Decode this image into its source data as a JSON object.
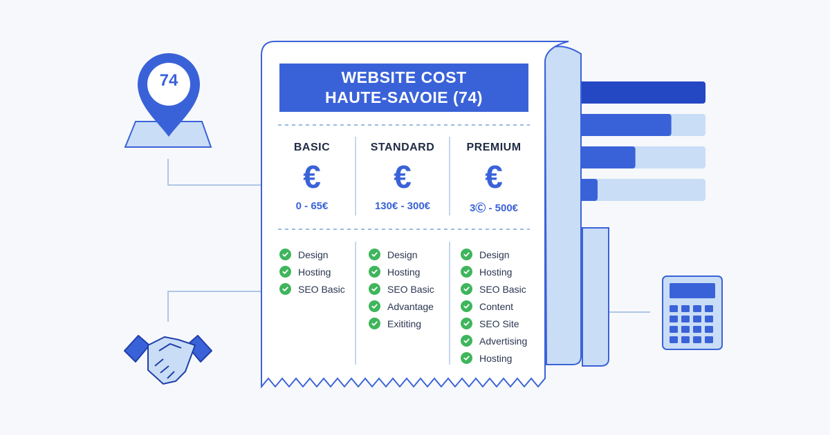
{
  "title": {
    "line1": "WEBSITE COST",
    "line2": "HAUTE-SAVOIE (74)"
  },
  "location_pin": {
    "label": "74",
    "icon": "map-pin-icon"
  },
  "icons": {
    "handshake": "handshake-icon",
    "calculator": "calculator-icon",
    "euro": "euro-icon",
    "check": "check-circle-icon"
  },
  "tiers": [
    {
      "name": "BASIC",
      "currency_symbol": "€",
      "price": "0 - 65€",
      "features": [
        "Design",
        "Hosting",
        "SEO Basic"
      ]
    },
    {
      "name": "STANDARD",
      "currency_symbol": "€",
      "price": "130€ - 300€",
      "features": [
        "Design",
        "Hosting",
        "SEO Basic",
        "Advantage",
        "Exititing"
      ]
    },
    {
      "name": "PREMIUM",
      "currency_symbol": "€",
      "price": "3Ⓒ - 500€",
      "features": [
        "Design",
        "Hosting",
        "SEO Basic",
        "Content",
        "SEO Site",
        "Advertising",
        "Hosting"
      ]
    }
  ],
  "bars": [
    1.0,
    0.81,
    0.61,
    0.4
  ],
  "colors": {
    "primary": "#3a62d8",
    "light": "#c9ddf6",
    "check": "#3fb55c",
    "dark_text": "#1f2a44"
  }
}
